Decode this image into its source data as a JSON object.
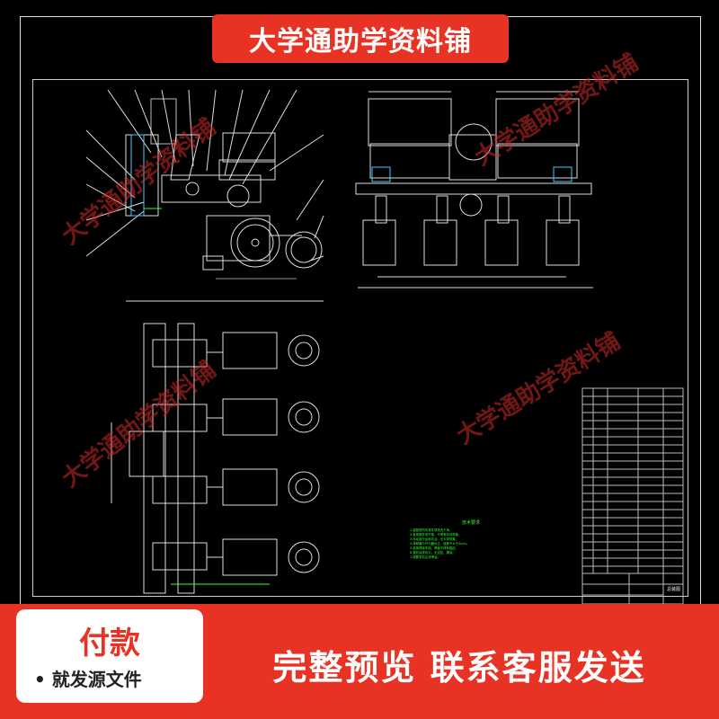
{
  "banner": {
    "title": "大学通助学资料铺"
  },
  "watermark": {
    "text": "大学通助学资料铺"
  },
  "payment_card": {
    "title": "付款",
    "subtitle": "• 就发源文件"
  },
  "cta": {
    "text": "完整预览  联系客服发送"
  },
  "drawing": {
    "notes_title": "技术要求",
    "notes": [
      "1.装配前所有零件须清洗干净。",
      "2.各紧固件须拧紧，不得有松动现象。",
      "3.传动部分运转灵活，无卡滞现象。",
      "4.排种器与开沟器对正，误差不大于5mm。",
      "5.机架焊接牢固，焊缝不得有裂纹。",
      "6.整机涂漆均匀，无流挂、漏涂。",
      "7.按要求加注润滑油。"
    ],
    "title_block": {
      "label": "总装图"
    }
  },
  "colors": {
    "brand_red": "#e83223",
    "line_white": "#dddddd",
    "line_green": "#33ff33",
    "line_cyan": "#40d0ff",
    "background": "#000000"
  }
}
